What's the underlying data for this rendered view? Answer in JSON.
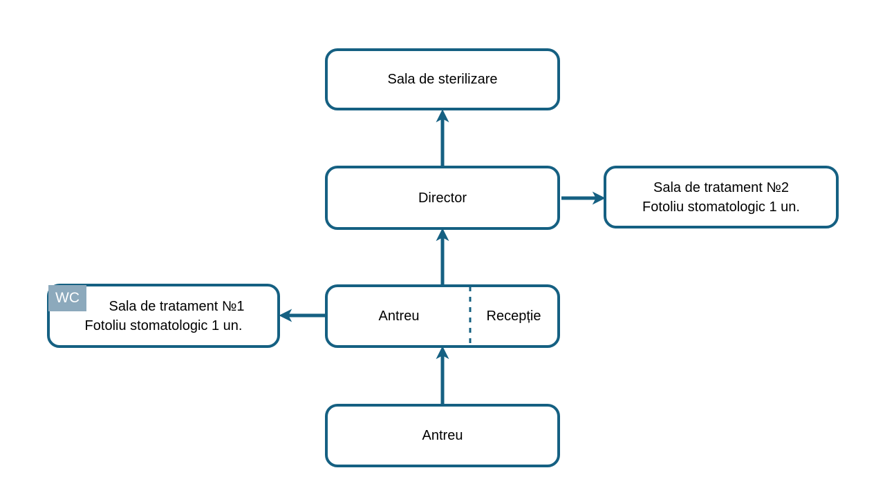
{
  "diagram": {
    "type": "flowchart",
    "accent_color": "#156082",
    "badge_color": "#8CA9BC",
    "text_color": "#000000",
    "background_color": "#ffffff",
    "nodes": {
      "sterilizare": {
        "label": "Sala de sterilizare"
      },
      "director": {
        "label": "Director"
      },
      "tratament2": {
        "line1": "Sala de tratament №2",
        "line2": "Fotoliu stomatologic 1 un."
      },
      "antreu_receptie": {
        "left": "Antreu",
        "right": "Recepție"
      },
      "tratament1": {
        "badge": "WC",
        "line1": "Sala de tratament №1",
        "line2": "Fotoliu stomatologic 1 un."
      },
      "antreu_intrare": {
        "label": "Antreu"
      }
    },
    "connectors": [
      {
        "from": "antreu_intrare",
        "to": "antreu_receptie",
        "direction": "up"
      },
      {
        "from": "antreu_receptie",
        "to": "director",
        "direction": "up"
      },
      {
        "from": "director",
        "to": "sterilizare",
        "direction": "up"
      },
      {
        "from": "antreu_receptie",
        "to": "tratament1",
        "direction": "left"
      },
      {
        "from": "director",
        "to": "tratament2",
        "direction": "right"
      }
    ],
    "divider": {
      "between": [
        "Antreu",
        "Recepție"
      ],
      "style": "dashed"
    }
  }
}
